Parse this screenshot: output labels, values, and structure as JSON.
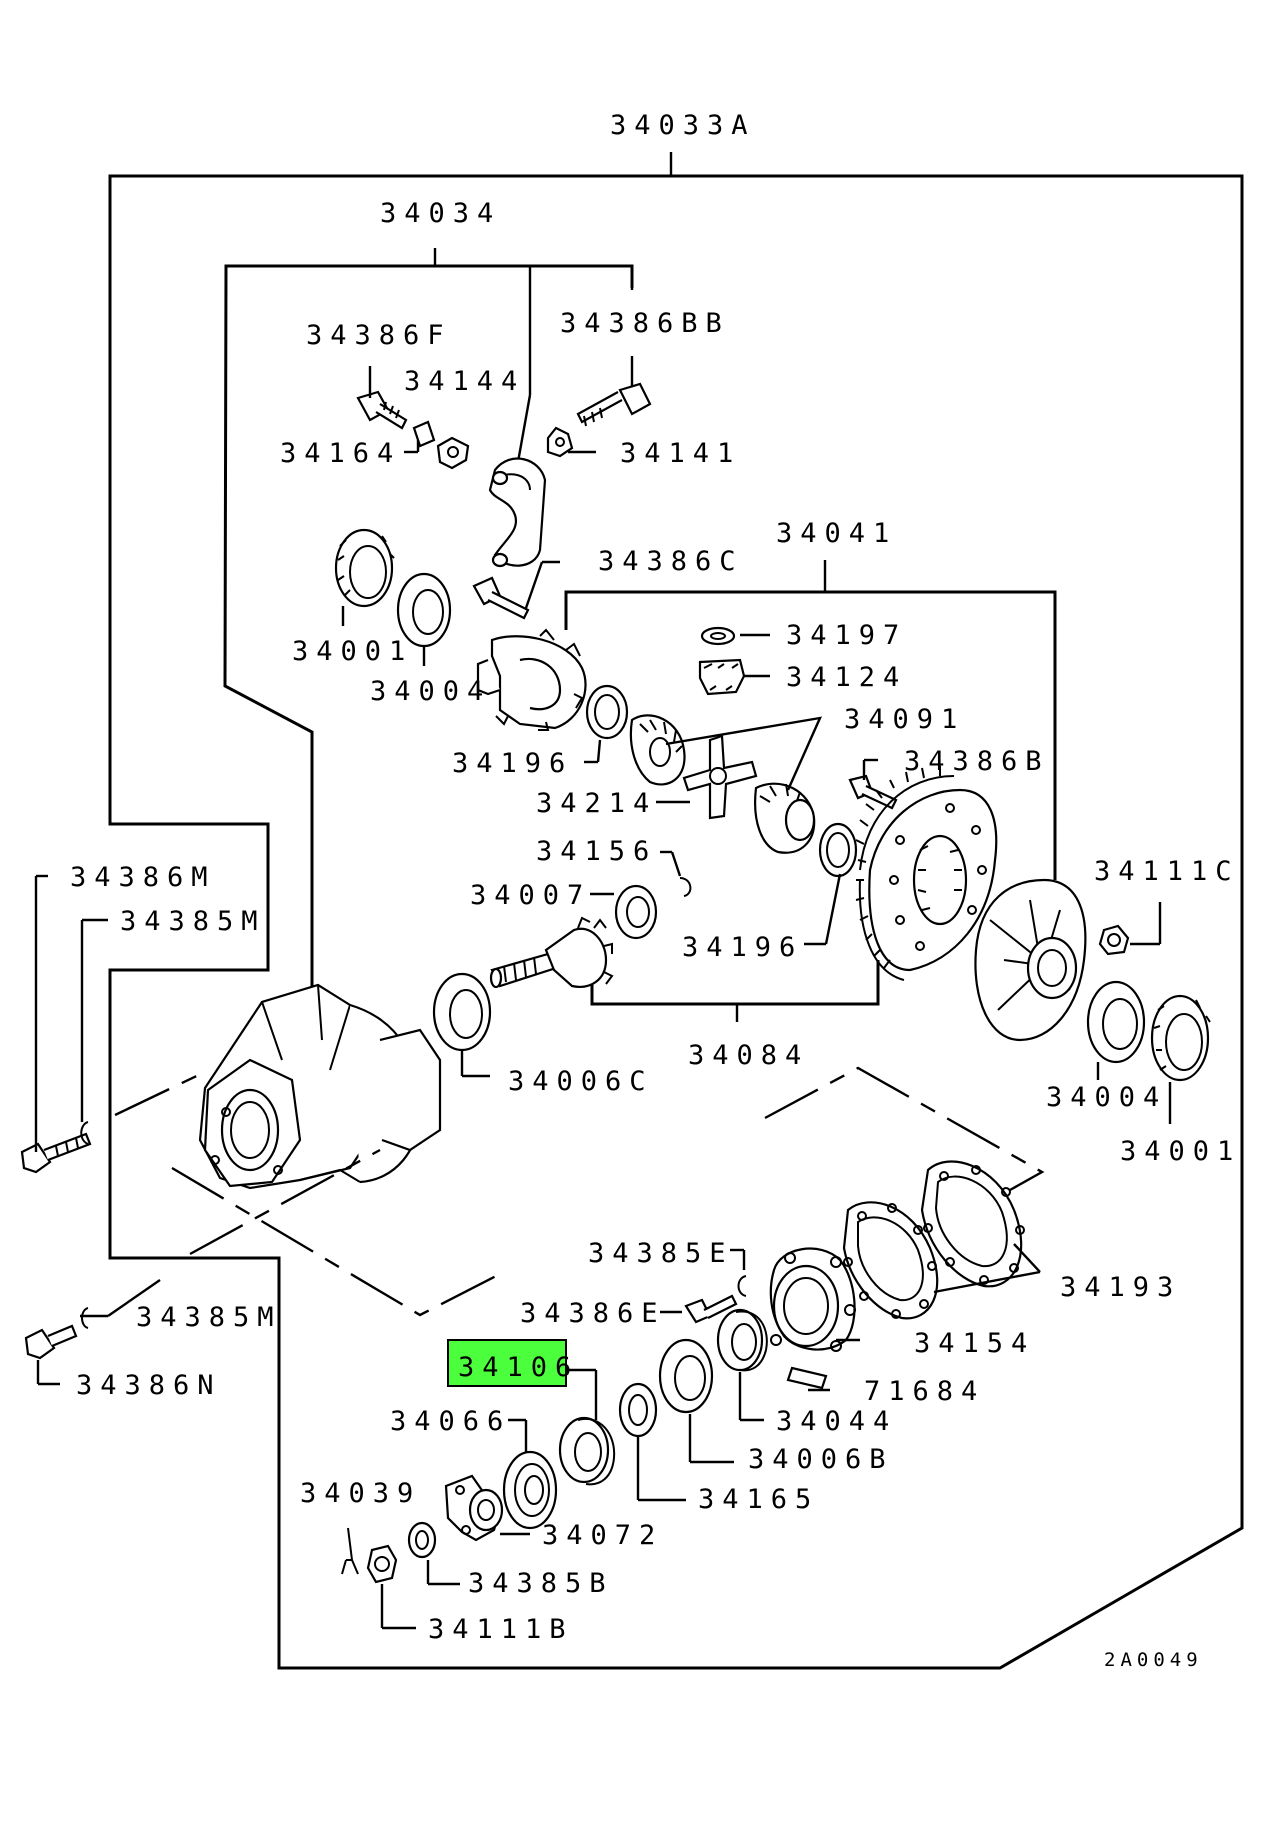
{
  "diagram": {
    "reference_code": "2A0049",
    "highlight_color": "#4cff3c",
    "highlighted_part": "34106",
    "labels": {
      "p34033A": "34033A",
      "p34034": "34034",
      "p34386F": "34386F",
      "p34144": "34144",
      "p34386BB": "34386BB",
      "p34164": "34164",
      "p34141": "34141",
      "p34386C": "34386C",
      "p34041": "34041",
      "p34001a": "34001",
      "p34004a": "34004",
      "p34197": "34197",
      "p34124": "34124",
      "p34196a": "34196",
      "p34091": "34091",
      "p34386B": "34386B",
      "p34214": "34214",
      "p34156": "34156",
      "p34007": "34007",
      "p34196b": "34196",
      "p34111C": "34111C",
      "p34386M": "34386M",
      "p34385Ma": "34385M",
      "p34084": "34084",
      "p34006C": "34006C",
      "p34004b": "34004",
      "p34001b": "34001",
      "p34385E": "34385E",
      "p34193": "34193",
      "p34386E": "34386E",
      "p34154": "34154",
      "p34385Mb": "34385M",
      "p34106": "34106",
      "p71684": "71684",
      "p34386N": "34386N",
      "p34066": "34066",
      "p34044": "34044",
      "p34006B": "34006B",
      "p34165": "34165",
      "p34039": "34039",
      "p34072": "34072",
      "p34385B": "34385B",
      "p34111B": "34111B"
    }
  }
}
